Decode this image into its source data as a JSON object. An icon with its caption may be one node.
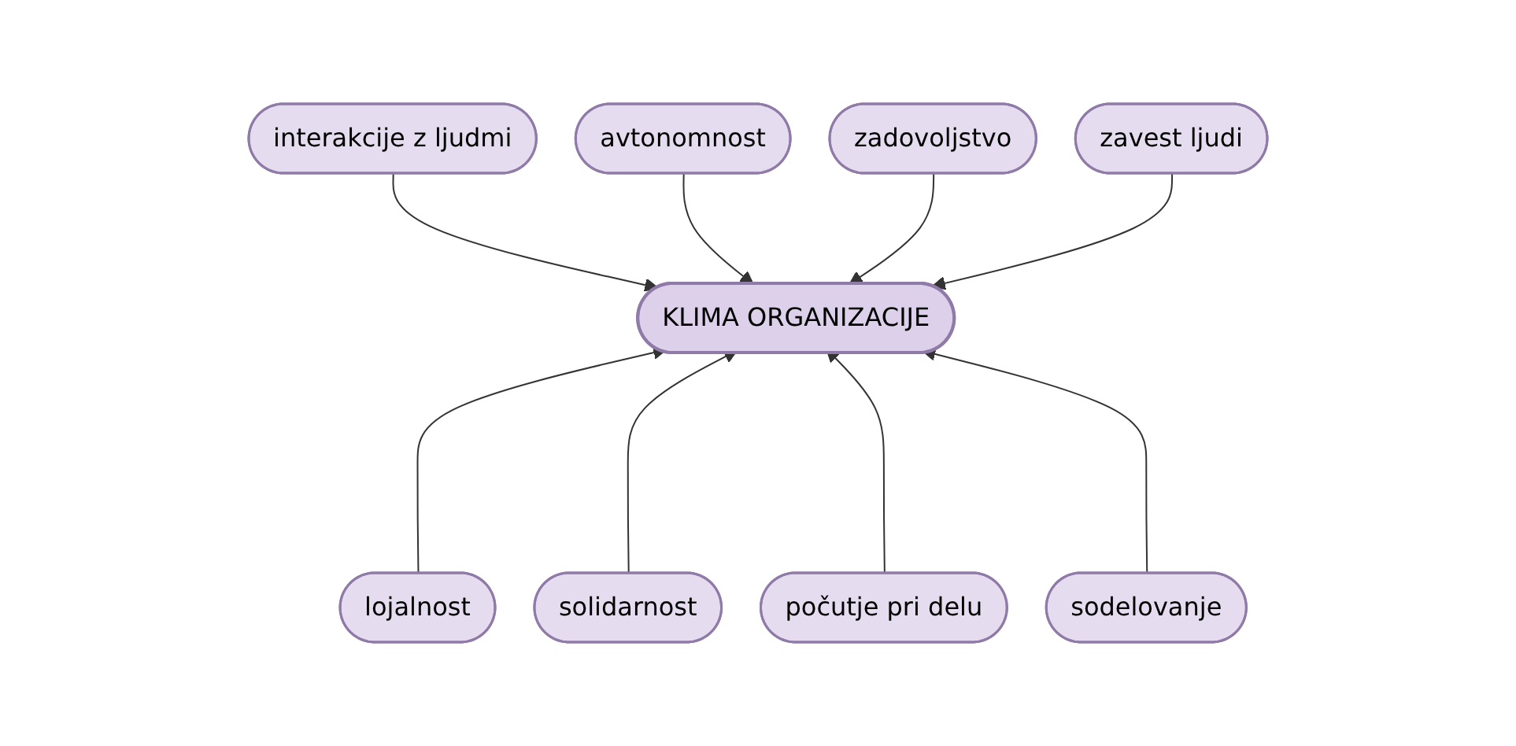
{
  "diagram": {
    "nodes": [
      {
        "text": [
          "interakcije z ljudmi"
        ]
      },
      {
        "text": [
          "avtonomnost"
        ]
      },
      {
        "text": [
          "zadovoljstvo"
        ]
      },
      {
        "text": [
          "zavest ljudi"
        ]
      },
      {
        "text": [
          "KLIMA ORGANIZACIJE"
        ]
      },
      {
        "text": [
          "lojalnost"
        ]
      },
      {
        "text": [
          "solidarnost"
        ]
      },
      {
        "text": [
          "počutje pri delu"
        ]
      },
      {
        "text": [
          "sodelovanje"
        ]
      }
    ],
    "edges": [
      {
        "from": 0,
        "to": 4,
        "arrow": "to"
      },
      {
        "from": 1,
        "to": 4,
        "arrow": "to"
      },
      {
        "from": 2,
        "to": 4,
        "arrow": "to"
      },
      {
        "from": 3,
        "to": 4,
        "arrow": "to"
      },
      {
        "from": 5,
        "to": 4,
        "arrow": "to"
      },
      {
        "from": 6,
        "to": 4,
        "arrow": "to"
      },
      {
        "from": 7,
        "to": 4,
        "arrow": "to"
      },
      {
        "from": 8,
        "to": 4,
        "arrow": "to"
      }
    ]
  }
}
